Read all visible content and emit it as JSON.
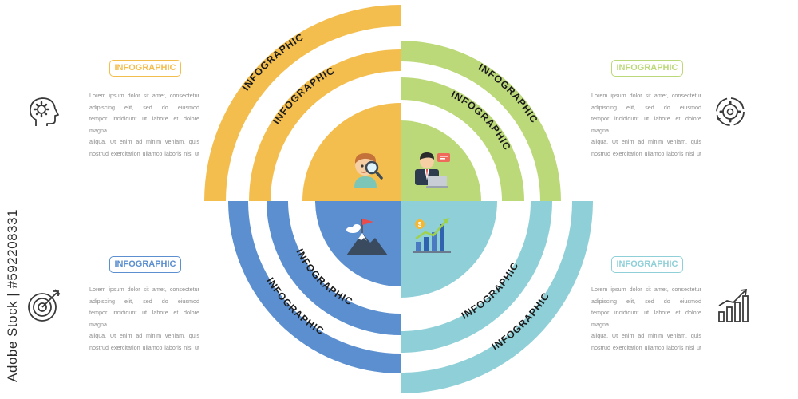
{
  "colors": {
    "yellow": "#f4be4f",
    "green": "#bcd97a",
    "blue": "#5b8fcf",
    "teal": "#8fd0d8",
    "text_gray": "#8c8c8c",
    "icon_dark": "#3a3a3a"
  },
  "quadrants": [
    {
      "id": "top-left",
      "color": "#f4be4f",
      "ring_labels": [
        "INFOGRAPHIC",
        "INFOGRAPHIC"
      ],
      "center_icon": "person-magnifier-icon",
      "side_icon": "head-gear-icon",
      "title": "INFOGRAPHIC",
      "body_lines": [
        "Lorem ipsum dolor sit amet, consectetur",
        "adipiscing elit, sed do eiusmod",
        "tempor incididunt ut labore et dolore magna",
        "aliqua. Ut enim ad minim veniam, quis",
        "nostrud exercitation ullamco laboris nisi ut"
      ]
    },
    {
      "id": "top-right",
      "color": "#bcd97a",
      "ring_labels": [
        "INFOGRAPHIC",
        "INFOGRAPHIC"
      ],
      "center_icon": "businessman-laptop-icon",
      "side_icon": "gear-cycle-icon",
      "title": "INFOGRAPHIC",
      "body_lines": [
        "Lorem ipsum dolor sit amet, consectetur",
        "adipiscing elit, sed do eiusmod",
        "tempor incididunt ut labore et dolore magna",
        "aliqua. Ut enim ad minim veniam, quis",
        "nostrud exercitation ullamco laboris nisi ut"
      ]
    },
    {
      "id": "bottom-left",
      "color": "#5b8fcf",
      "ring_labels": [
        "INFOGRAPHIC",
        "INFOGRAPHIC"
      ],
      "center_icon": "mountain-flag-icon",
      "side_icon": "target-arrow-icon",
      "title": "INFOGRAPHIC",
      "body_lines": [
        "Lorem ipsum dolor sit amet, consectetur",
        "adipiscing elit, sed do eiusmod",
        "tempor incididunt ut labore et dolore magna",
        "aliqua. Ut enim ad minim veniam, quis",
        "nostrud exercitation ullamco laboris nisi ut"
      ]
    },
    {
      "id": "bottom-right",
      "color": "#8fd0d8",
      "ring_labels": [
        "INFOGRAPHIC",
        "INFOGRAPHIC"
      ],
      "center_icon": "growth-chart-icon",
      "side_icon": "bar-chart-icon",
      "title": "INFOGRAPHIC",
      "body_lines": [
        "Lorem ipsum dolor sit amet, consectetur",
        "adipiscing elit, sed do eiusmod",
        "tempor incididunt ut labore et dolore magna",
        "aliqua. Ut enim ad minim veniam, quis",
        "nostrud exercitation ullamco laboris nisi ut"
      ]
    }
  ],
  "stock_label": "Adobe Stock | #592208331"
}
